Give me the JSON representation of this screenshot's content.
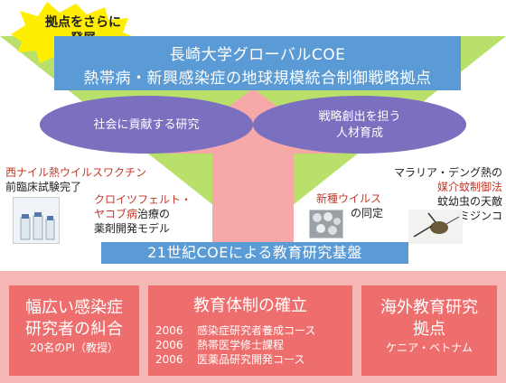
{
  "badge": {
    "line1": "拠点をさらに",
    "line2": "発展"
  },
  "title": {
    "line1": "長崎大学グローバルCOE",
    "line2": "熱帯病・新興感染症の地球規模統合制御戦略拠点"
  },
  "goals": {
    "left": "社会に貢献する研究",
    "right_line1": "戦略創出を担う",
    "right_line2": "人材育成"
  },
  "achievements": {
    "west_nile_line1": "西ナイル熱ウイルスワクチン",
    "west_nile_line2": "前臨床試験完了",
    "cjd_line1": "クロイツフェルト・",
    "cjd_line2_red": "ヤコブ病",
    "cjd_line2_rest": "治療の",
    "cjd_line3": "薬剤開発モデル",
    "virus_line1": "新種ウイルス",
    "virus_line2": "の同定",
    "malaria_line1": "マラリア・デング熱の",
    "malaria_line2": "媒介蚊制御法",
    "malaria_line3": "蚊幼虫の天敵",
    "malaria_line4": "ミジンコ"
  },
  "foundation_label": "21世紀COEによる教育研究基盤",
  "pillars": {
    "left": {
      "line1": "幅広い感染症",
      "line2": "研究者の糾合",
      "sub": "20名のPI（教授）"
    },
    "center": {
      "heading": "教育体制の確立",
      "courses": [
        {
          "year": "2006",
          "name": "感染症研究者養成コース"
        },
        {
          "year": "2006",
          "name": "熱帯医学修士課程"
        },
        {
          "year": "2006",
          "name": "医薬品研究開発コース"
        }
      ]
    },
    "right": {
      "line1": "海外教育研究",
      "line2": "拠点",
      "sub": "ケニア・ベトナム"
    }
  },
  "colors": {
    "title_blue": "#5b9bd5",
    "funnel_green": "#b9e06a",
    "ellipse_purple": "#7b6fc0",
    "arrow_pink": "#f6a8a8",
    "pillar_red": "#ee6e6d",
    "band_pink": "#f5b8b5",
    "star_yellow": "#ffee00",
    "text_red": "#c0392b"
  },
  "icons": [
    "star-burst-icon",
    "vaccine-vials-photo",
    "virus-micrograph-photo",
    "water-flea-photo"
  ]
}
